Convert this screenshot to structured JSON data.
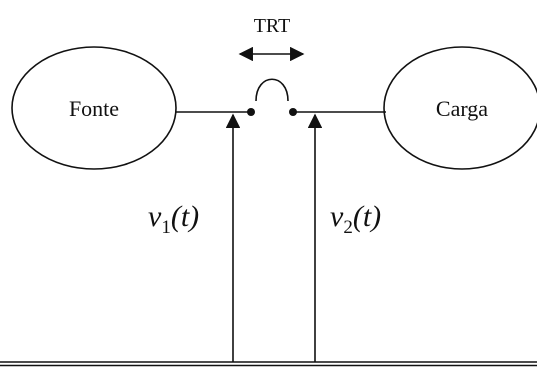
{
  "diagram": {
    "source_label": "Fonte",
    "load_label": "Carga",
    "switch_label": "TRT",
    "voltage_1": {
      "symbol": "v",
      "subscript": "1",
      "argument": "(t)"
    },
    "voltage_2": {
      "symbol": "v",
      "subscript": "2",
      "argument": "(t)"
    }
  }
}
